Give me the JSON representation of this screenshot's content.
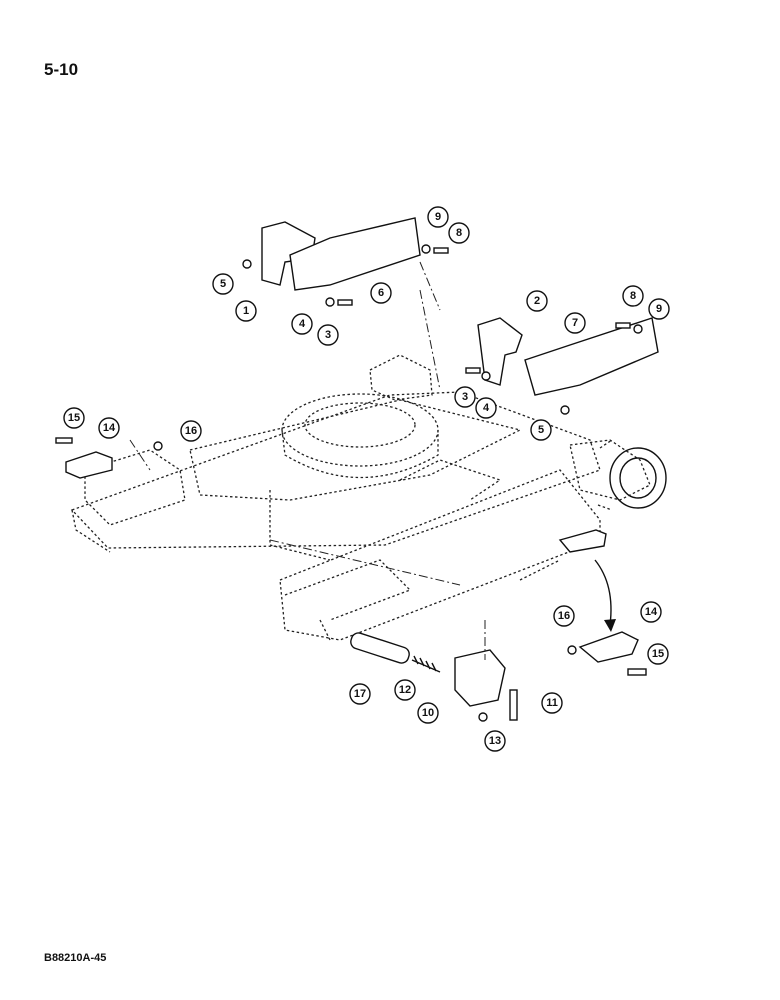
{
  "page": {
    "number": "5-10",
    "figure_code": "B88210A-45"
  },
  "callouts": [
    {
      "label": "1"
    },
    {
      "label": "2"
    },
    {
      "label": "3"
    },
    {
      "label": "3"
    },
    {
      "label": "4"
    },
    {
      "label": "4"
    },
    {
      "label": "5"
    },
    {
      "label": "5"
    },
    {
      "label": "6"
    },
    {
      "label": "7"
    },
    {
      "label": "8"
    },
    {
      "label": "8"
    },
    {
      "label": "9"
    },
    {
      "label": "9"
    },
    {
      "label": "10"
    },
    {
      "label": "11"
    },
    {
      "label": "12"
    },
    {
      "label": "13"
    },
    {
      "label": "14"
    },
    {
      "label": "14"
    },
    {
      "label": "15"
    },
    {
      "label": "15"
    },
    {
      "label": "16"
    },
    {
      "label": "16"
    },
    {
      "label": "17"
    }
  ]
}
